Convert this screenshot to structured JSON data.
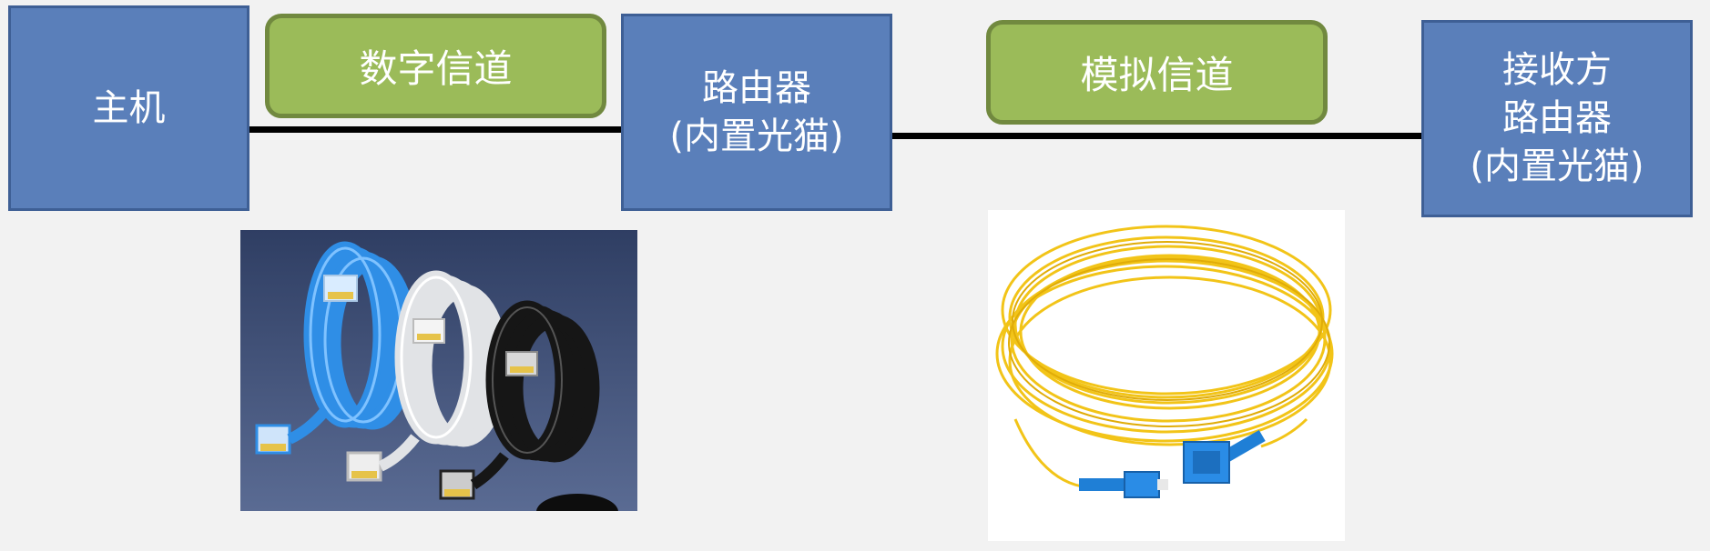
{
  "nodes": {
    "host": "主机",
    "router": "路由器\n(内置光猫)",
    "receiver": "接收方\n路由器\n(内置光猫)"
  },
  "channels": {
    "digital": "数字信道",
    "analog": "模拟信道"
  },
  "colors": {
    "node_fill": "#5a7fba",
    "node_border": "#3e5f95",
    "channel_fill": "#9bbb59",
    "channel_border": "#71893f",
    "link": "#000000"
  }
}
